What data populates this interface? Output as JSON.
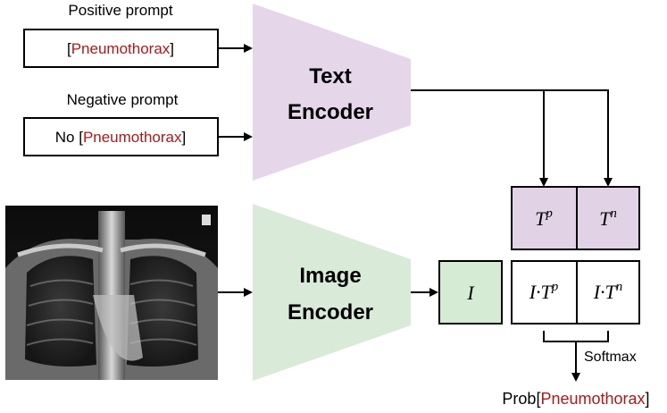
{
  "prompts": {
    "positive_title": "Positive prompt",
    "positive_prefix": "",
    "negative_title": "Negative prompt",
    "negative_prefix": "No ",
    "open_bracket": "[",
    "close_bracket": "]",
    "class_name": "Pneumothorax"
  },
  "text_encoder": {
    "line1": "Text",
    "line2": "Encoder"
  },
  "image_encoder": {
    "line1": "Image",
    "line2": "Encoder"
  },
  "embeddings": {
    "text_pos_base": "T",
    "text_pos_sup": "p",
    "text_neg_base": "T",
    "text_neg_sup": "n",
    "image": "I",
    "dot_pos_base": "I·T",
    "dot_pos_sup": "p",
    "dot_neg_base": "I·T",
    "dot_neg_sup": "n"
  },
  "softmax_label": "Softmax",
  "output": {
    "prefix": "Prob",
    "open": "[",
    "class_name": "Pneumothorax",
    "close": "]"
  },
  "colors": {
    "text_encoder": "#e5d6ea",
    "image_encoder": "#d9ebd8",
    "text_embed": "#e1d2e6",
    "image_embed": "#d6ebd4",
    "class_highlight": "#b01818"
  }
}
